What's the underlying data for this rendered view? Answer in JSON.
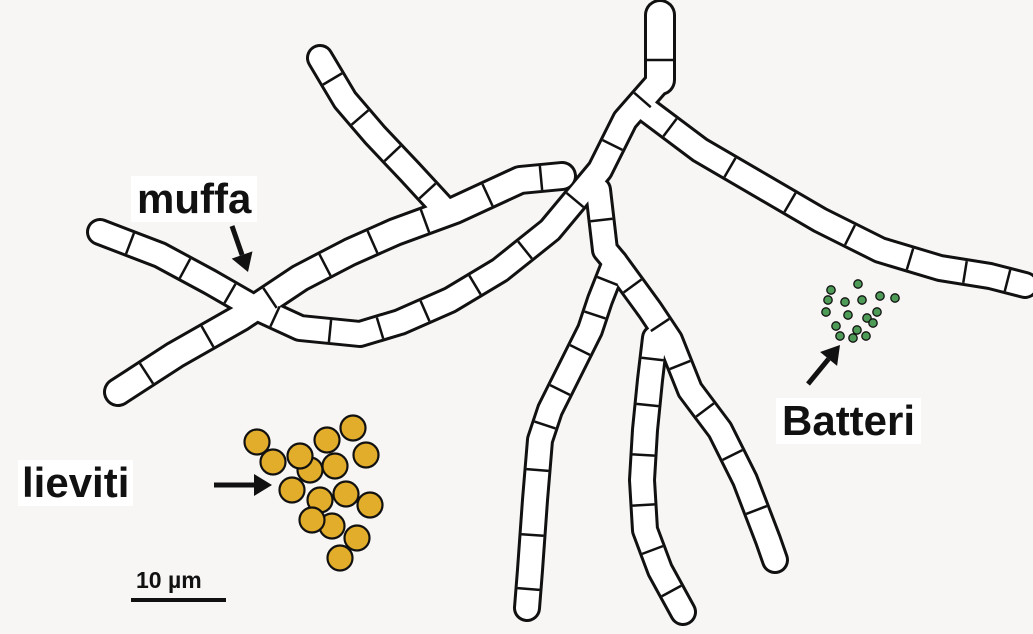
{
  "labels": {
    "mold": "muffa",
    "bacteria": "Batteri",
    "yeasts": "lieviti",
    "scale_bar": "10 µm"
  },
  "colors": {
    "background": "#f7f6f4",
    "hypha_fill": "#ffffff",
    "outline": "#111111",
    "yeast_fill": "#e3ad2c",
    "bacteria_fill": "#4d9b57"
  },
  "elements": {
    "yeast_cell_count": 16,
    "bacteria_cell_count": 17
  }
}
